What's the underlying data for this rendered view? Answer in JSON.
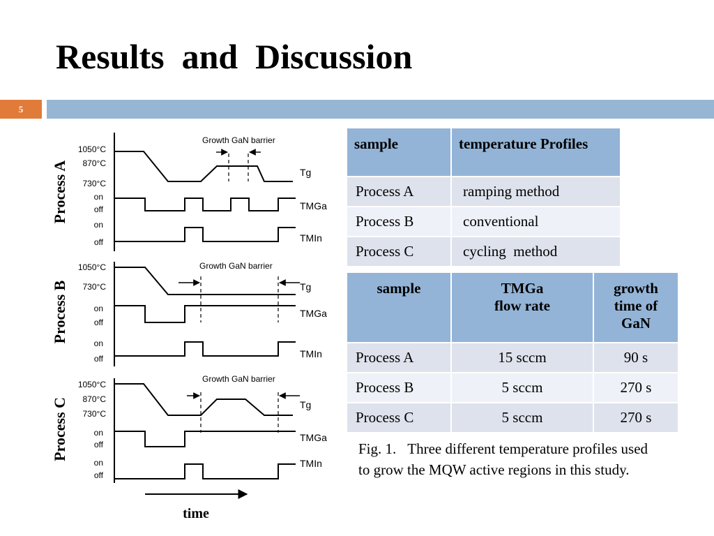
{
  "slide": {
    "title": "Results  and  Discussion",
    "page_number": "5",
    "accent_colors": {
      "number_box": "#e07b39",
      "bar": "#96b6d4",
      "table_header": "#93b4d7",
      "row_odd": "#dde2ec",
      "row_even": "#eef1f7"
    }
  },
  "diagram": {
    "process_a": {
      "label": "Process A",
      "temps": [
        "1050°C",
        "870°C",
        "730°C"
      ],
      "annotation": "Growth GaN barrier",
      "states": {
        "on1": "on",
        "off1": "off",
        "on2": "on",
        "off2": "off"
      },
      "signals": {
        "tg": "Tg",
        "tmga": "TMGa",
        "tmin": "TMIn"
      }
    },
    "process_b": {
      "label": "Process B",
      "temps": [
        "1050°C",
        "730°C"
      ],
      "annotation": "Growth GaN barrier",
      "states": {
        "on1": "on",
        "off1": "off",
        "on2": "on",
        "off2": "off"
      },
      "signals": {
        "tg": "Tg",
        "tmga": "TMGa",
        "tmin": "TMIn"
      }
    },
    "process_c": {
      "label": "Process C",
      "temps": [
        "1050°C",
        "870°C",
        "730°C"
      ],
      "annotation": "Growth GaN barrier",
      "states": {
        "on1": "on",
        "off1": "off",
        "on2": "on",
        "off2": "off"
      },
      "signals": {
        "tg": "Tg",
        "tmga": "TMGa",
        "tmin": "TMIn"
      }
    },
    "time_label": "time"
  },
  "table1": {
    "headers": [
      "sample",
      "temperature Profiles"
    ],
    "rows": [
      [
        "Process A",
        "ramping method"
      ],
      [
        "Process B",
        "conventional"
      ],
      [
        "Process C",
        "cycling  method"
      ]
    ]
  },
  "table2": {
    "headers": [
      "sample",
      "TMGa flow rate",
      "growth time of GaN"
    ],
    "rows": [
      [
        "Process A",
        "15 sccm",
        "90 s"
      ],
      [
        "Process B",
        "5 sccm",
        "270 s"
      ],
      [
        "Process C",
        "5 sccm",
        "270 s"
      ]
    ]
  },
  "caption": {
    "label": "Fig. 1.",
    "text": "Three different temperature profiles used to grow the MQW active regions in this study."
  }
}
